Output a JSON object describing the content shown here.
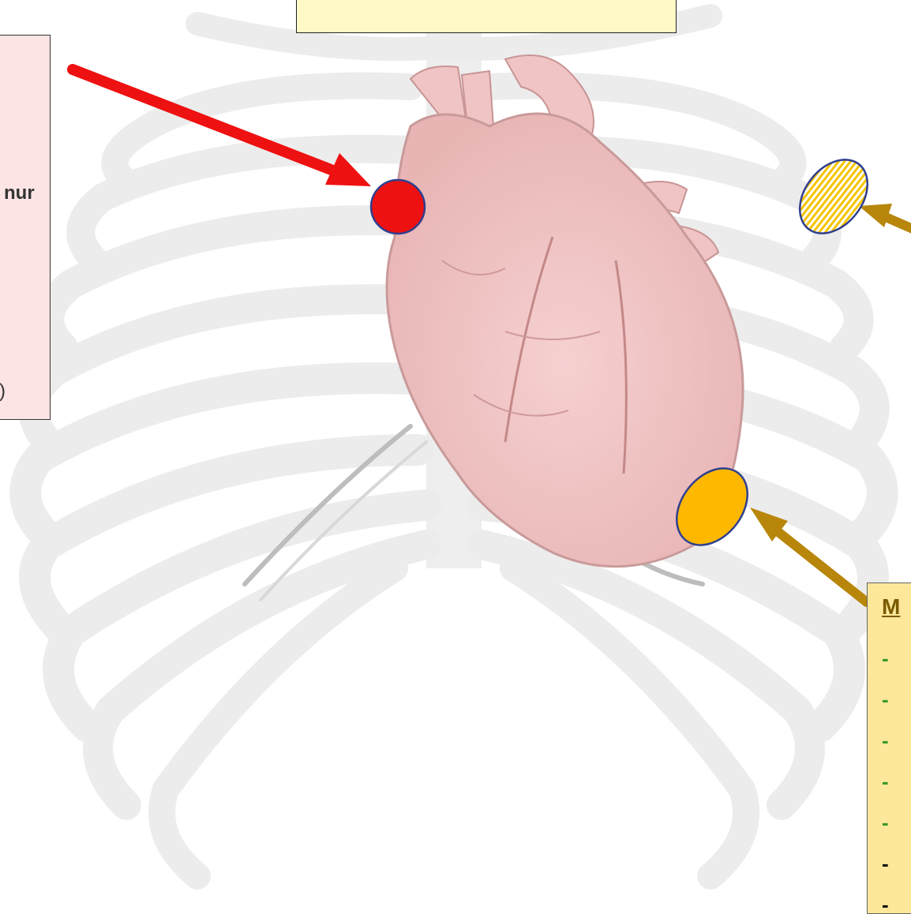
{
  "left_box": {
    "line_1": "nur",
    "line_2": ")"
  },
  "right_box": {
    "title": "M",
    "bullets": [
      {
        "text": "-",
        "color": "#3a9a2a"
      },
      {
        "text": "-",
        "color": "#3a9a2a"
      },
      {
        "text": "-",
        "color": "#3a9a2a"
      },
      {
        "text": "-",
        "color": "#3a9a2a"
      },
      {
        "text": "-",
        "color": "#3a9a2a"
      },
      {
        "text": "-",
        "color": "#111111"
      },
      {
        "text": "-",
        "color": "#111111"
      }
    ]
  },
  "colors": {
    "red_marker": "#ee1111",
    "gold_marker": "#ffb800",
    "gold_arrow": "#b8860b",
    "red_arrow": "#ee1111",
    "marker_outline": "#2f3f8f"
  },
  "icons": {
    "ribcage": "ribcage-illustration",
    "heart": "heart-illustration"
  }
}
